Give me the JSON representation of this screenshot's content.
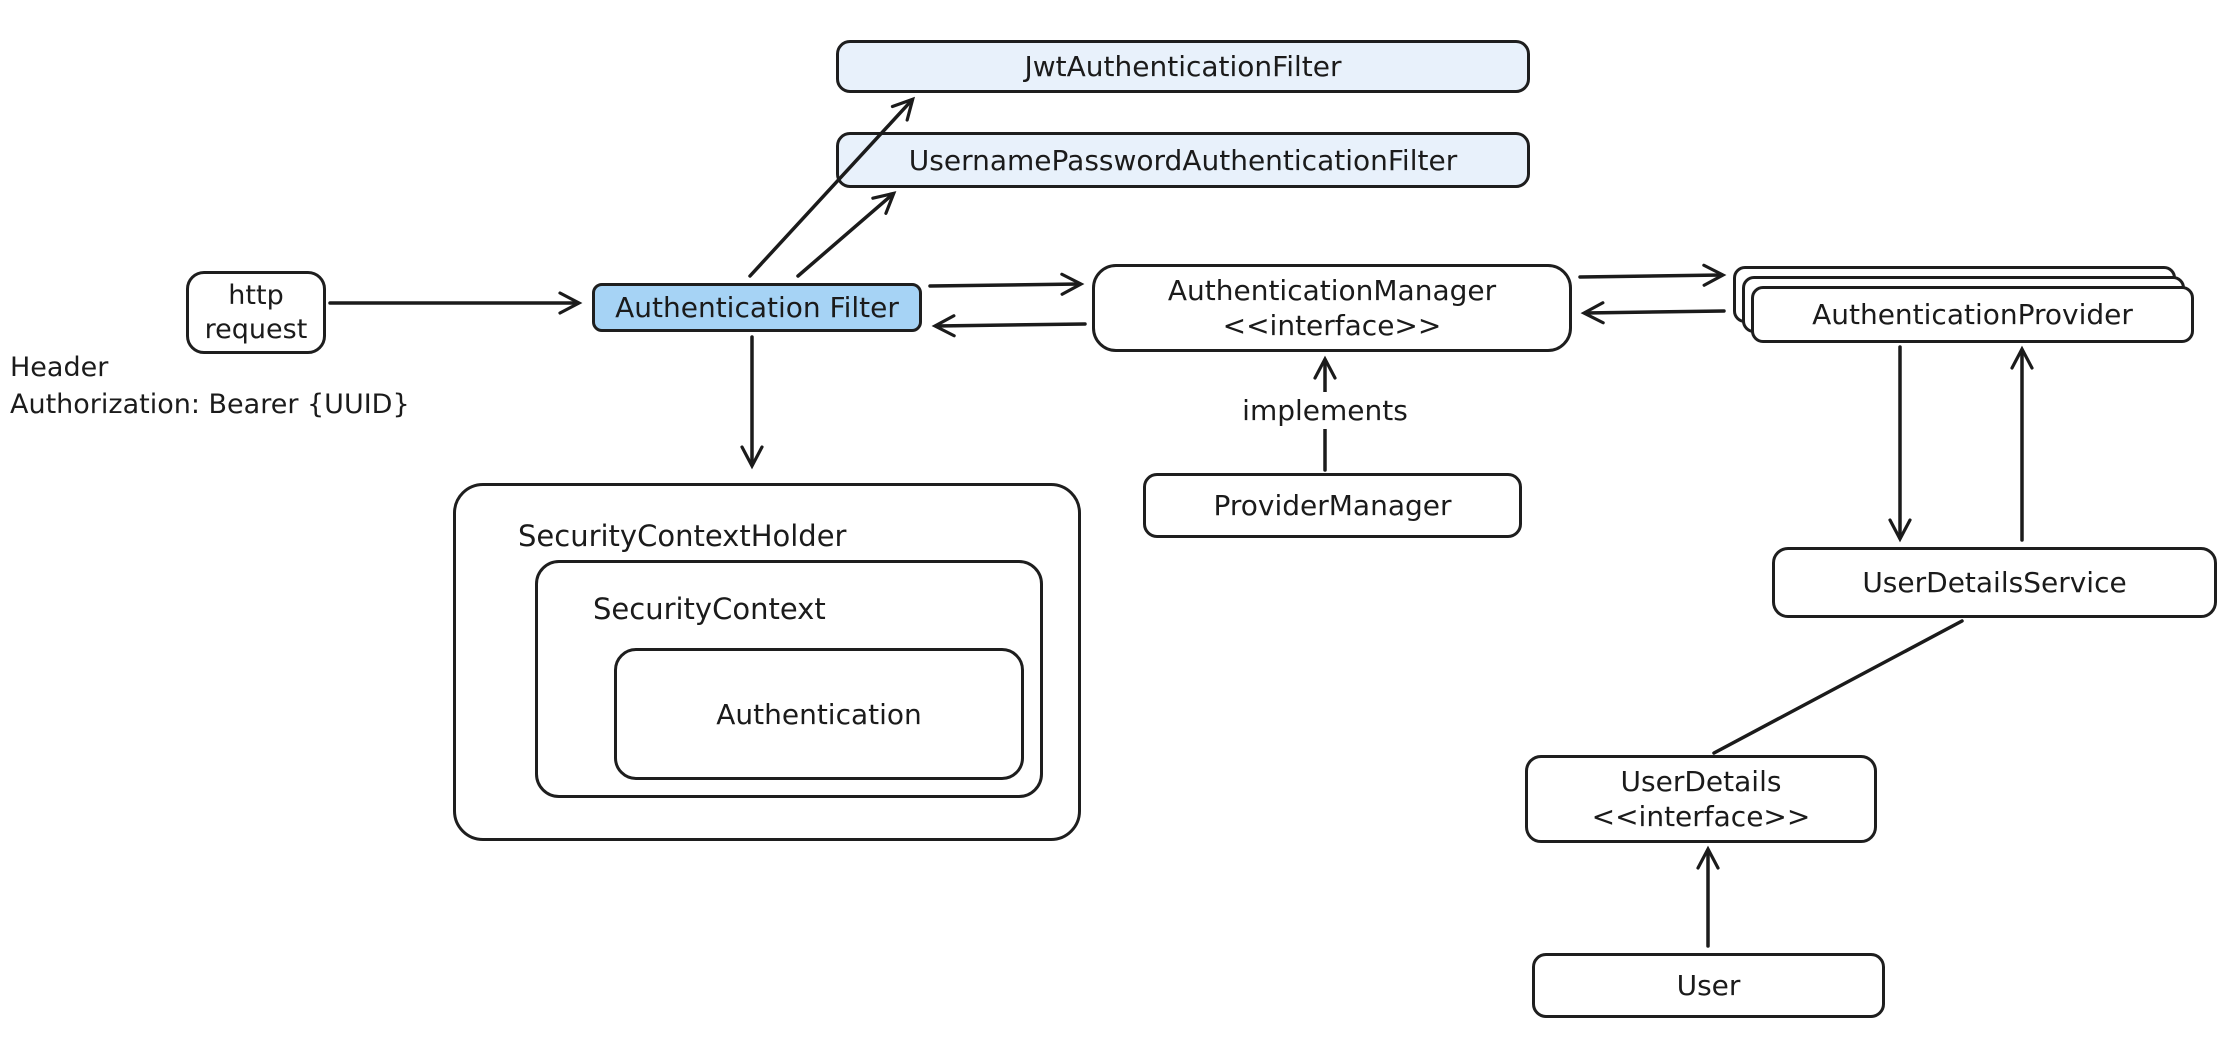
{
  "colors": {
    "background": "#ffffff",
    "stroke": "#1b1b1b",
    "node_fill": "#ffffff",
    "auth_filter_fill": "#a6d3f5",
    "handler_box_fill": "#e8f1fb"
  },
  "nodes": {
    "jwt_filter": {
      "label": "JwtAuthenticationFilter"
    },
    "username_password_filter": {
      "label": "UsernamePasswordAuthenticationFilter"
    },
    "http_request": {
      "line1": "http",
      "line2": "request"
    },
    "authentication_filter": {
      "label": "Authentication Filter"
    },
    "authentication_manager": {
      "line1": "AuthenticationManager",
      "line2": "<<interface>>"
    },
    "authentication_provider": {
      "label": "AuthenticationProvider"
    },
    "provider_manager": {
      "label": "ProviderManager"
    },
    "security_context_holder": {
      "label": "SecurityContextHolder"
    },
    "security_context": {
      "label": "SecurityContext"
    },
    "authentication": {
      "label": "Authentication"
    },
    "user_details_service": {
      "label": "UserDetailsService"
    },
    "user_details": {
      "line1": "UserDetails",
      "line2": "<<interface>>"
    },
    "user": {
      "label": "User"
    }
  },
  "annotations": {
    "request_header": {
      "line1": "Header",
      "line2": "Authorization: Bearer {UUID}"
    },
    "implements": "implements"
  }
}
